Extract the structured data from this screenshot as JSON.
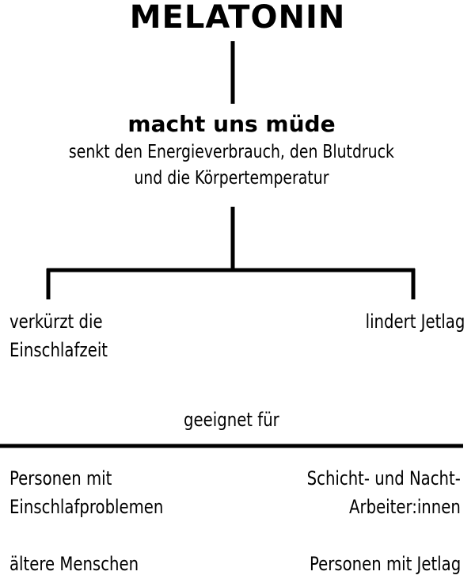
{
  "diagram": {
    "title": "MELATONIN",
    "effect": "macht uns müde",
    "description": [
      "senkt den Energieverbrauch, den Blutdruck",
      "und die Körpertemperatur"
    ],
    "branches": {
      "left": [
        "verkürzt die",
        "Einschlafzeit"
      ],
      "right": [
        "lindert Jetlag"
      ]
    },
    "suitable_label": "geeignet für",
    "targets": {
      "left": [
        [
          "Personen mit",
          "Einschlafproblemen"
        ],
        [
          "ältere Menschen"
        ]
      ],
      "right": [
        [
          "Schicht- und Nacht-",
          "Arbeiter:innen"
        ],
        [
          "Personen mit Jetlag"
        ]
      ]
    }
  }
}
